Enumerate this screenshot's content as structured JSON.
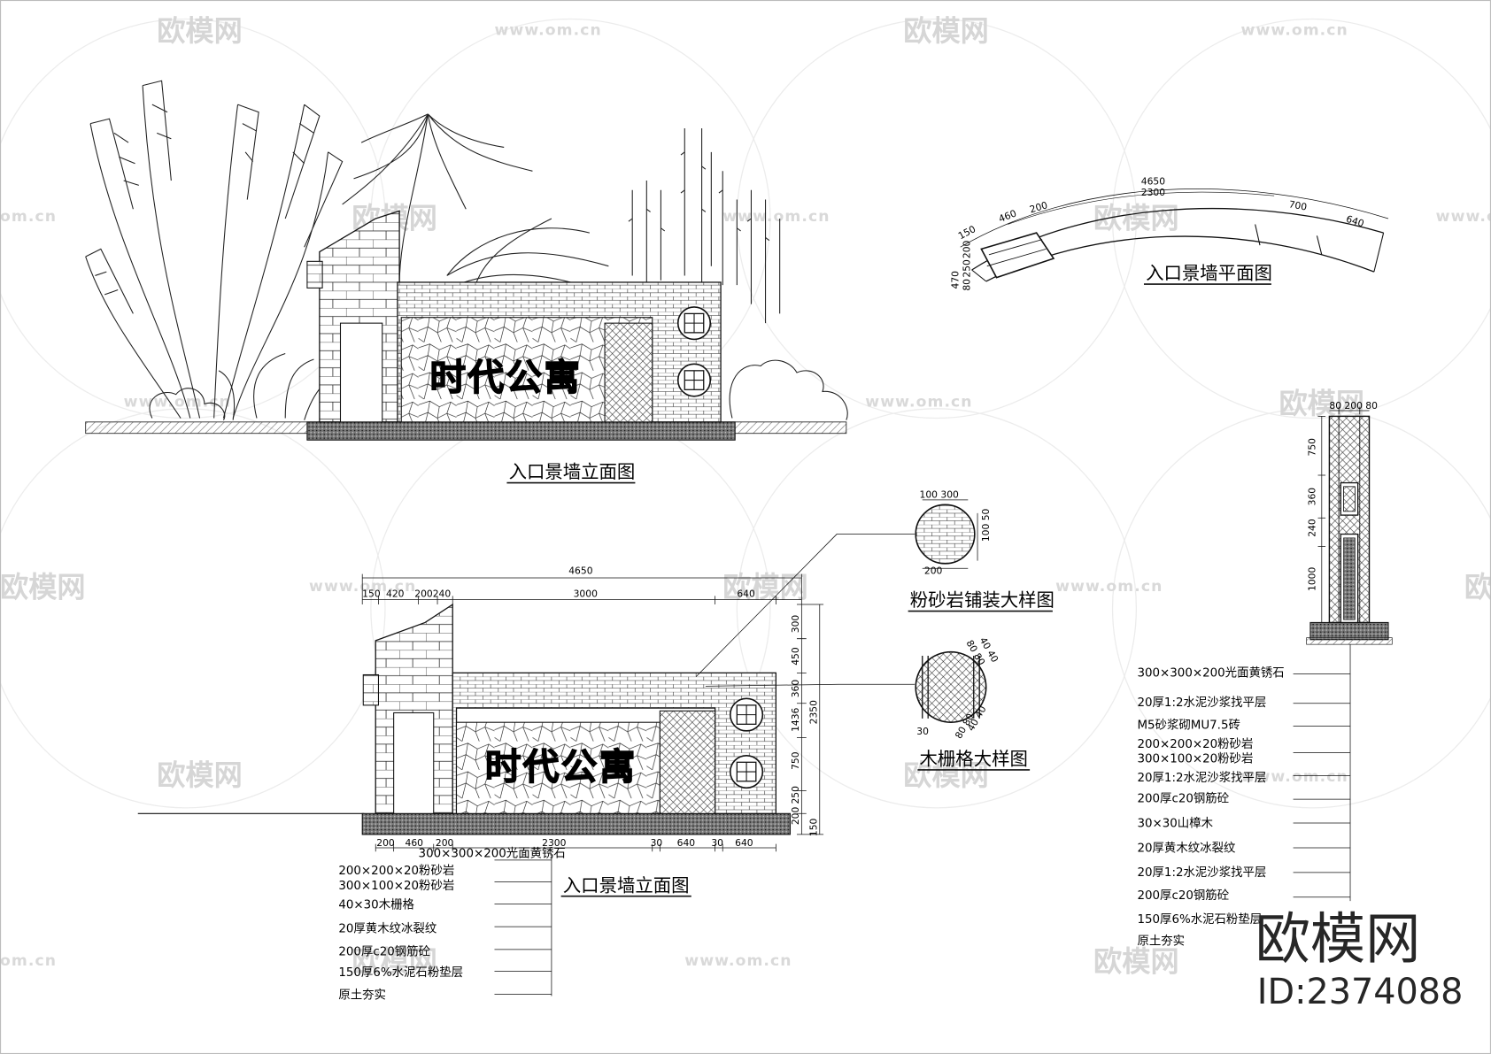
{
  "sheet": {
    "elevation_top_title": "入口景墙立面图",
    "elevation_bottom_title": "入口景墙立面图",
    "plan_title": "入口景墙平面图",
    "detail_paving_title": "粉砂岩铺装大样图",
    "detail_grille_title": "木栅格大样图",
    "wall_sign_text": "时代公寓"
  },
  "plan_dims": {
    "overall": "4650",
    "inner": "2300",
    "segments": [
      "150",
      "460",
      "200",
      "700",
      "640"
    ],
    "depth": [
      "200",
      "250",
      "80",
      "470"
    ]
  },
  "elevation_dims": {
    "overall": "4650",
    "top": [
      "150",
      "420",
      "200240",
      "3000",
      "640"
    ],
    "right": [
      "300",
      "450",
      "360",
      "1436",
      "750",
      "250",
      "200",
      "2350",
      "150"
    ],
    "bottom": [
      "200",
      "460",
      "200",
      "2300",
      "30",
      "640",
      "30",
      "640"
    ]
  },
  "paving_detail_dims": {
    "top": "100 300",
    "right": "100 50",
    "bottom": "200"
  },
  "grille_detail_dims": {
    "a": "40 40",
    "b": "80 80",
    "c": "30",
    "d": "80 80",
    "e": "40 40"
  },
  "section_dims": {
    "top": "80 200 80",
    "left": [
      "750",
      "360",
      "240",
      "1000"
    ]
  },
  "bottom_callouts": [
    "300×300×200光面黄锈石",
    "200×200×20粉砂岩",
    "300×100×20粉砂岩",
    "40×30木栅格",
    "20厚黄木纹冰裂纹",
    "200厚c20钢筋砼",
    "150厚6%水泥石粉垫层",
    "原土夯实"
  ],
  "section_callouts": [
    "300×300×200光面黄锈石",
    "20厚1:2水泥沙浆找平层",
    "M5砂浆砌MU7.5砖",
    "200×200×20粉砂岩",
    "300×100×20粉砂岩",
    "20厚1:2水泥沙浆找平层",
    "200厚c20钢筋砼",
    "30×30山樟木",
    "20厚黄木纹冰裂纹",
    "20厚1:2水泥沙浆找平层",
    "200厚c20钢筋砼",
    "150厚6%水泥石粉垫层",
    "原土夯实"
  ],
  "watermark": {
    "brand": "欧模网",
    "url": "www.om.cn",
    "url_short": "om.cn",
    "id_text": "ID:2374088"
  }
}
